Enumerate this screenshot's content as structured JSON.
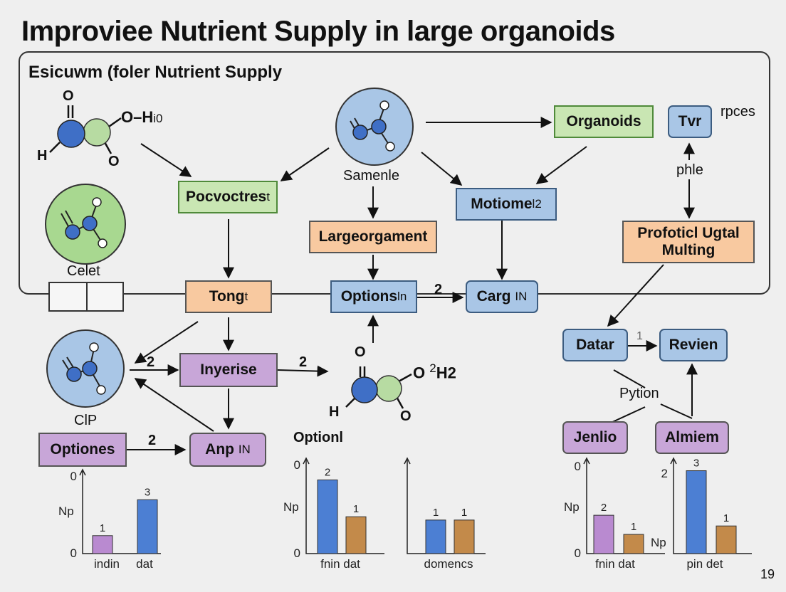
{
  "title": "Improviee Nutrient Supply in large organoids",
  "subtitle": "Esicuwm (foler Nutrient Supply",
  "page_number": "19",
  "molecule_labels": {
    "m1_o_top": "O",
    "m1_o_h": "O–H",
    "m1_h_sub": "i0",
    "m1_h": "H",
    "m1_o_bottom": "O",
    "m2_o_top": "O",
    "m2_o_h": "O",
    "m2_h2": "H",
    "m2_h2_sub": "2",
    "m2_h": "H",
    "m2_o_bottom": "O"
  },
  "nodes": {
    "samenle": "Samenle",
    "celet": "Celet",
    "clp": "ClP",
    "pocvoctres": "Pocvoctres",
    "pocvoctres_sup": "t",
    "organoids": "Organoids",
    "tvr": "Tvr",
    "rpces": "rpces",
    "phle": "phle",
    "motiome": "Motiome",
    "motiome_sup": "l2",
    "largeorgament": "Largeorgament",
    "profotic": "Profoticl Ugtal Multing",
    "tong": "Tong",
    "tong_sup": "t",
    "options_center": "Options",
    "options_center_sup": "ln",
    "carg": "Carg",
    "carg_sup": "IN",
    "datar": "Datar",
    "revien": "Revien",
    "pytion": "Pytion",
    "jenlio": "Jenlio",
    "almiem": "Almiem",
    "inyerise": "Inyerise",
    "anp": "Anp",
    "anp_sup": "IN",
    "optiones": "Optiones",
    "optionl": "Optionl"
  },
  "edge_labels": {
    "options_to_carg": "2",
    "clp_to_inyerise": "2",
    "inyerise_to_mol": "2",
    "optiones_to_anp": "2",
    "datar_to_revien": "1"
  },
  "chart_data": [
    {
      "type": "bar",
      "ylabel": "Np",
      "y_ticks": [
        "0",
        "0"
      ],
      "categories": [
        "indin",
        "dat"
      ],
      "values": [
        1,
        3
      ],
      "data_labels": [
        "1",
        "3"
      ],
      "colors": [
        "#b98ad0",
        "#4c7fd3"
      ],
      "ylim": [
        0,
        4.6
      ]
    },
    {
      "type": "bar",
      "ylabel": "Np",
      "y_ticks": [
        "0",
        "0"
      ],
      "categories": [
        "fnin dat"
      ],
      "values": [
        2,
        1
      ],
      "data_labels": [
        "2",
        "1"
      ],
      "colors": [
        "#4c7fd3",
        "#c38a4a"
      ],
      "ylim": [
        0,
        2.55
      ]
    },
    {
      "type": "bar",
      "categories": [
        "domencs"
      ],
      "values": [
        1,
        1
      ],
      "data_labels": [
        "1",
        "1"
      ],
      "colors": [
        "#4c7fd3",
        "#c38a4a"
      ],
      "ylim": [
        0,
        2.8
      ]
    },
    {
      "type": "bar",
      "ylabel": "Np",
      "y_ticks": [
        "0",
        "0"
      ],
      "categories": [
        "fnin dat"
      ],
      "values": [
        2,
        1
      ],
      "data_labels": [
        "2",
        "1"
      ],
      "colors": [
        "#b98ad0",
        "#c38a4a"
      ],
      "ylim": [
        0,
        4.9
      ]
    },
    {
      "type": "bar",
      "ylabel": "Np",
      "y_ticks": [
        "2"
      ],
      "categories": [
        "pin det"
      ],
      "values": [
        3,
        1
      ],
      "data_labels": [
        "3",
        "1"
      ],
      "colors": [
        "#4c7fd3",
        "#c38a4a"
      ],
      "ylim": [
        0,
        3.4
      ]
    }
  ]
}
